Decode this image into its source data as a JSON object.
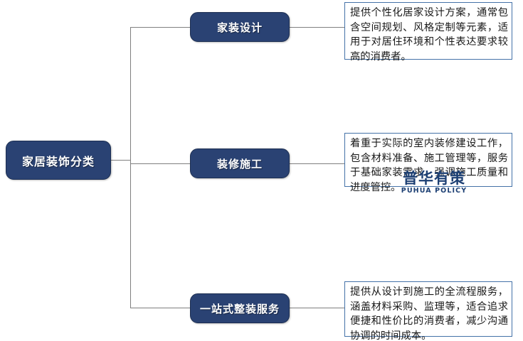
{
  "diagram": {
    "root": {
      "label": "家居装饰分类"
    },
    "branches": [
      {
        "label": "家装设计",
        "description": "提供个性化居家设计方案，通常包含空间规划、风格定制等元素，适用于对居住环境和个性表达要求较高的消费者。"
      },
      {
        "label": "装修施工",
        "description": "着重于实际的室内装修建设工作，包含材料准备、施工管理等，服务于基础家装需求，强调施工质量和进度管控。"
      },
      {
        "label": "一站式整装服务",
        "description": "提供从设计到施工的全流程服务，涵盖材料采购、监理等，适合追求便捷和性价比的消费者，减少沟通协调的时间成本。"
      }
    ]
  },
  "watermark": {
    "chinese": "普华有策",
    "english": "PUHUA POLICY"
  },
  "colors": {
    "node_fill": "#2a4273",
    "node_border": "#1d2f52",
    "desc_border": "#4472a8",
    "connector": "#7f7f7f",
    "watermark": "#1c3f73"
  }
}
